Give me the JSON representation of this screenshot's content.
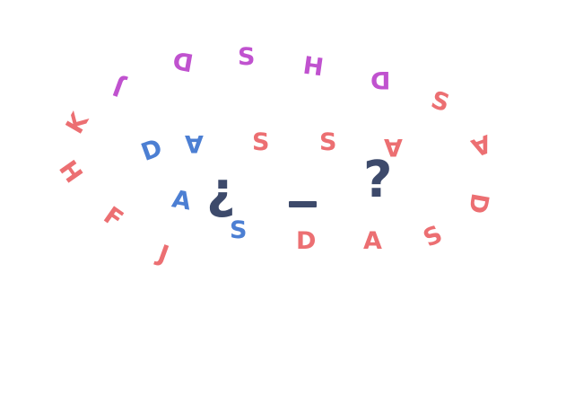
{
  "colors": {
    "pink": "#ec6f72",
    "purple": "#c052cf",
    "blue": "#4c7fd3",
    "dark": "#3d4a6b",
    "background": "#ffffff"
  },
  "question": {
    "open_mark": "¿",
    "close_mark": "?"
  },
  "outer_ring": [
    "J",
    "D",
    "S",
    "H",
    "D",
    "S",
    "A",
    "D",
    "S",
    "A",
    "D",
    "J",
    "F",
    "H",
    "K"
  ],
  "inner_ring": [
    "D",
    "A",
    "S",
    "S",
    "A",
    "A",
    "S"
  ]
}
